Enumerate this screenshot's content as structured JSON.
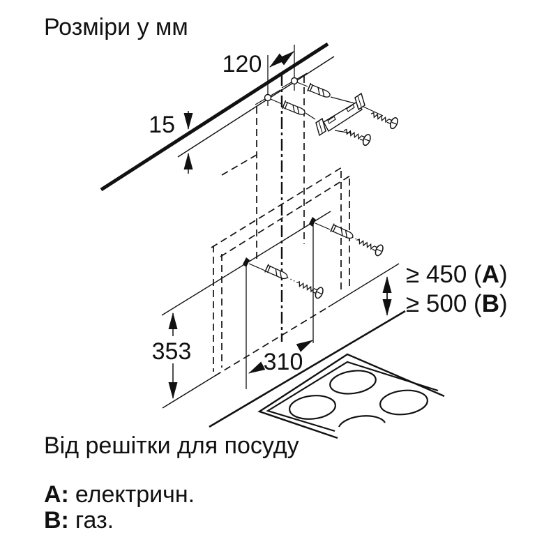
{
  "title": "Розміри у мм",
  "caption": "Від решітки для посуду",
  "dimensions": {
    "top_hole_spacing": "120",
    "ceiling_offset": "15",
    "holes_to_bottom_edge": "353",
    "lower_hole_spacing": "310",
    "clearance_electric": {
      "prefix": "≥ 450 (",
      "letter": "A",
      "suffix": ")"
    },
    "clearance_gas": {
      "prefix": "≥ 500 (",
      "letter": "B",
      "suffix": ")"
    }
  },
  "notes": [
    {
      "label": "A:",
      "text": "електричн."
    },
    {
      "label": "B:",
      "text": "газ."
    }
  ],
  "colors": {
    "line": "#111111",
    "background": "#ffffff"
  }
}
